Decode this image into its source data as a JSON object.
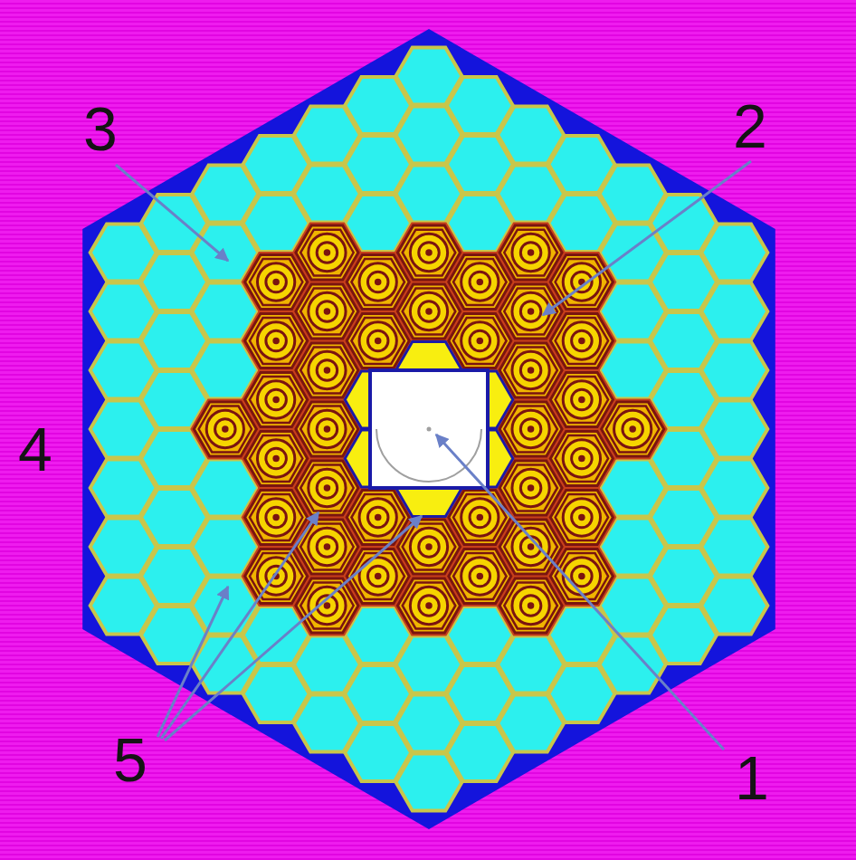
{
  "diagram": {
    "labels": [
      "3",
      "2",
      "4",
      "5",
      "1"
    ]
  }
}
